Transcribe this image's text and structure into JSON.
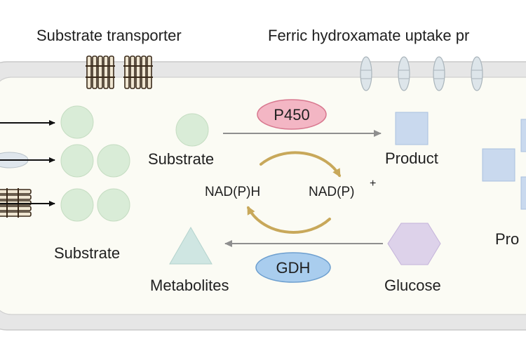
{
  "labels": {
    "substrate_transporter": "Substrate transporter",
    "ferric_uptake": "Ferric hydroxamate uptake pr",
    "substrate_left": "Substrate",
    "substrate_center": "Substrate",
    "product_center": "Product",
    "product_right": "Pro",
    "metabolites": "Metabolites",
    "glucose": "Glucose",
    "nadph": "NAD(P)H",
    "nadp_plus": "NAD(P)",
    "nadp_plus_sup": "+"
  },
  "enzymes": {
    "p450": "P450",
    "gdh": "GDH"
  },
  "colors": {
    "membrane_fill": "#e6e6e6",
    "membrane_stroke": "#c9c9c9",
    "cytoplasm": "#fbfbf4",
    "substrate_circle": "#d9ecd7",
    "product_square": "#c9d9ee",
    "glucose_hexagon": "#ddd2ea",
    "metabolite_triangle": "#cfe6e2",
    "p450_fill": "#f3b6c4",
    "p450_stroke": "#d8788f",
    "gdh_fill": "#a9cdee",
    "gdh_stroke": "#6d9fcf",
    "cycle_arrow": "#c8a85a",
    "flow_arrow": "#8f8f8f"
  }
}
